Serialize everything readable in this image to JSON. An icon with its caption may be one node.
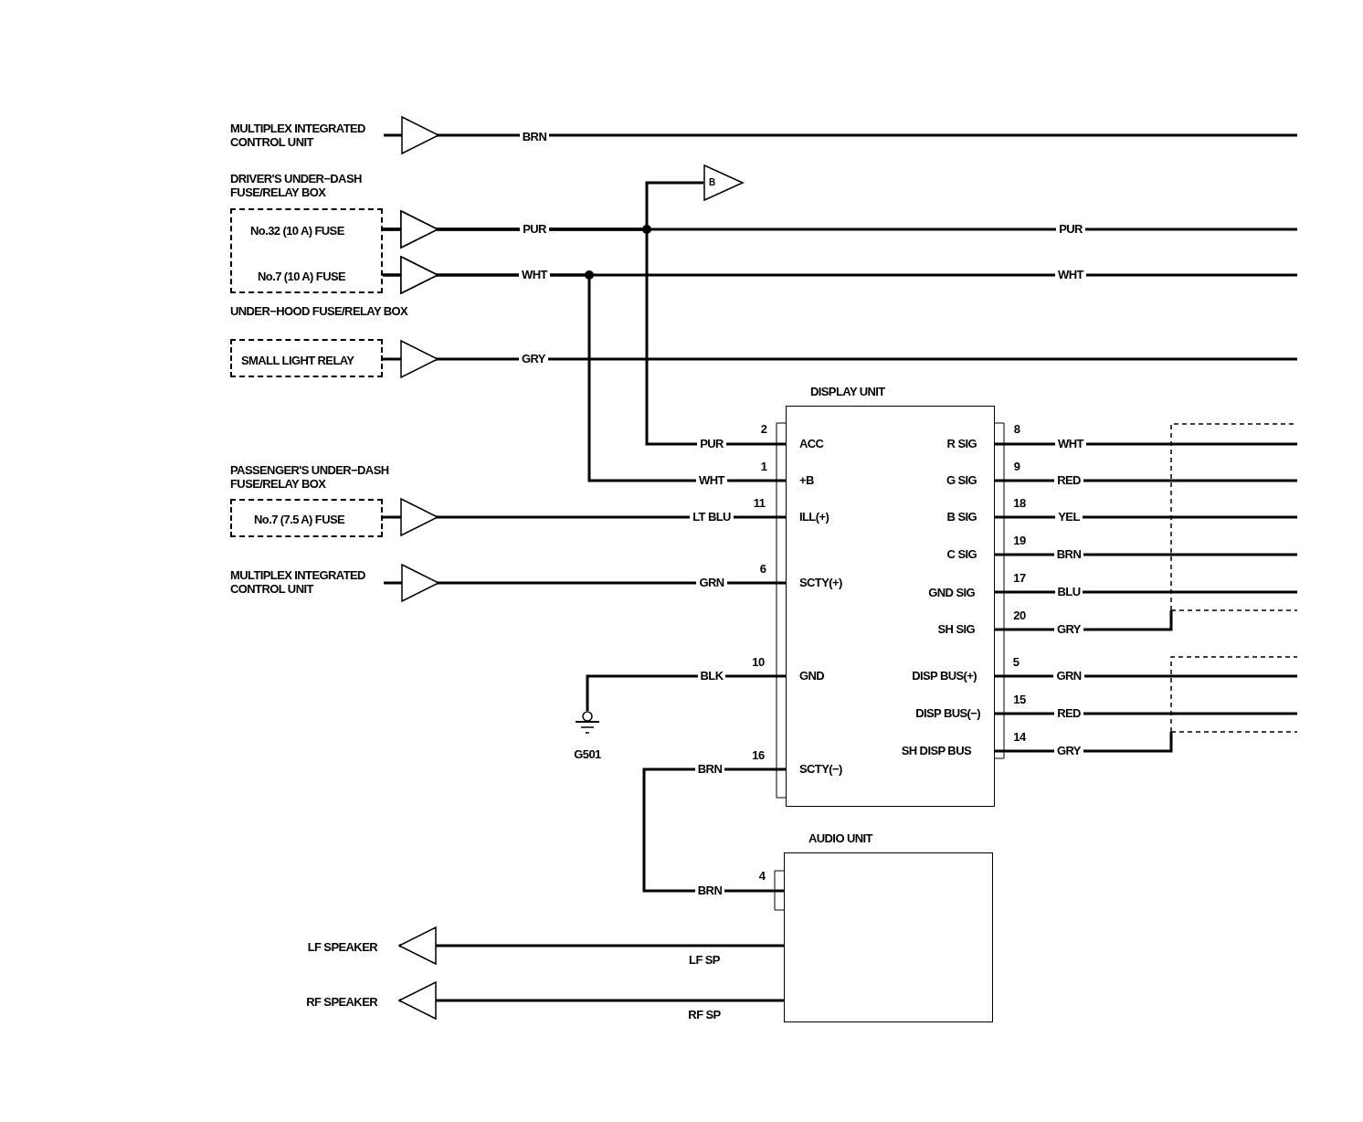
{
  "diagram": {
    "nodes": [
      {
        "text": [
          "MULTIPLEX INTEGRATED CONTROL UNIT"
        ]
      },
      {
        "text": [
          "DRIVER'S UNDER−DASH FUSE/RELAY BOX"
        ]
      },
      {
        "text": [
          "No.32 (10 A) FUSE"
        ],
        "in": 1
      },
      {
        "text": [
          "No.7 (10 A) FUSE"
        ],
        "in": 1
      },
      {
        "text": [
          "UNDER−HOOD FUSE/RELAY BOX"
        ]
      },
      {
        "text": [
          "SMALL LIGHT RELAY"
        ],
        "in": 4
      },
      {
        "text": [
          "PASSENGER'S UNDER−DASH FUSE/RELAY BOX"
        ]
      },
      {
        "text": [
          "No.7 (7.5 A) FUSE"
        ],
        "in": 6
      },
      {
        "text": [
          "MULTIPLEX INTEGRATED CONTROL UNIT"
        ]
      },
      {
        "text": [
          "B"
        ]
      },
      {
        "text": [
          "DISPLAY UNIT"
        ]
      },
      {
        "text": [
          "G501"
        ]
      },
      {
        "text": [
          "AUDIO UNIT"
        ]
      },
      {
        "text": [
          "LF SPEAKER"
        ]
      },
      {
        "text": [
          "RF SPEAKER"
        ]
      }
    ],
    "edges": [
      {
        "from": 0,
        "to": null,
        "arrow": "other",
        "label": "BRN"
      },
      {
        "from": 2,
        "to": null,
        "arrow": "other",
        "label": "PUR"
      },
      {
        "from": 2,
        "to": 9,
        "arrow": "none"
      },
      {
        "from": 2,
        "to": 10,
        "arrow": "other",
        "label": "PUR"
      },
      {
        "from": 3,
        "to": null,
        "arrow": "other",
        "label": "WHT"
      },
      {
        "from": 3,
        "to": 10,
        "arrow": "other",
        "label": "WHT"
      },
      {
        "from": 5,
        "to": null,
        "arrow": "other",
        "label": "GRY"
      },
      {
        "from": 7,
        "to": 10,
        "arrow": "other",
        "label": "LT BLU"
      },
      {
        "from": 8,
        "to": 10,
        "arrow": "other",
        "label": "GRN"
      },
      {
        "from": 10,
        "to": 11,
        "arrow": "none",
        "label": "BLK"
      },
      {
        "from": 10,
        "to": 12,
        "arrow": "none",
        "label": "BRN"
      },
      {
        "from": 12,
        "to": 13,
        "arrow": "to",
        "label": "LF SP"
      },
      {
        "from": 12,
        "to": 14,
        "arrow": "to",
        "label": "RF SP"
      },
      {
        "from": 10,
        "to": null,
        "arrow": "none",
        "label": "WHT"
      },
      {
        "from": 10,
        "to": null,
        "arrow": "none",
        "label": "RED"
      },
      {
        "from": 10,
        "to": null,
        "arrow": "none",
        "label": "YEL"
      },
      {
        "from": 10,
        "to": null,
        "arrow": "none",
        "label": "BRN"
      },
      {
        "from": 10,
        "to": null,
        "arrow": "none",
        "label": "BLU"
      },
      {
        "from": 10,
        "to": null,
        "arrow": "none",
        "label": "GRY"
      },
      {
        "from": 10,
        "to": null,
        "arrow": "none",
        "label": "GRN"
      },
      {
        "from": 10,
        "to": null,
        "arrow": "none",
        "label": "RED"
      },
      {
        "from": 10,
        "to": null,
        "arrow": "none",
        "label": "GRY"
      }
    ],
    "labels": [
      "PUR",
      "WHT",
      "2",
      "ACC",
      "1",
      "+B",
      "11",
      "ILL(+)",
      "6",
      "SCTY(+)",
      "10",
      "GND",
      "16",
      "SCTY(−)",
      "R SIG",
      "G SIG",
      "B SIG",
      "C SIG",
      "GND SIG",
      "SH SIG",
      "DISP BUS(+)",
      "DISP BUS(−)",
      "SH DISP BUS",
      "8",
      "9",
      "18",
      "19",
      "17",
      "20",
      "5",
      "15",
      "14",
      "4",
      "BRN"
    ]
  }
}
